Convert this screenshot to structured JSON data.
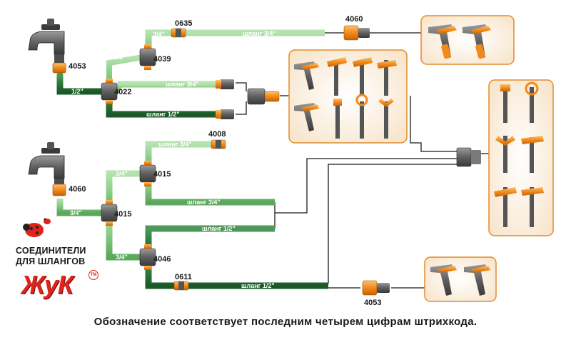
{
  "brand": {
    "line1": "СОЕДИНИТЕЛИ",
    "line2": "ДЛЯ ШЛАНГОВ",
    "logo": "ЖуК",
    "tm": "TM"
  },
  "footer": {
    "caption": "Обозначение соответствует последним четырем цифрам штрихкода."
  },
  "codes": {
    "top_tap_connector": "4053",
    "splitter_top": "4022",
    "splitter_3_4_top": "4039",
    "connector_0635": "0635",
    "quick_4060_top": "4060",
    "bottom_tap_connector": "4060",
    "splitter_bottom": "4015",
    "splitter_bottom_upper": "4015",
    "repair_4008": "4008",
    "splitter_4046": "4046",
    "connector_0611": "0611",
    "quick_4053_bottom": "4053"
  },
  "hoses": {
    "top_main": "шланг 3/4\"",
    "top_mid": "шланг 3/4\"",
    "top_low": "шланг 1/2\"",
    "mid_upper_left": "шланг 3/4\"",
    "mid_upper_right": "шланг 1/2\"",
    "mid_long": "шланг 3/4\"",
    "low_upper": "шланг 1/2\"",
    "low_bottom": "шланг 1/2\""
  },
  "sizes": {
    "s_12_vertical": "1/2\"",
    "s_12_a": "1/2\"",
    "s_34_a": "3/4\"",
    "s_34_b": "3/4\"",
    "shlang": "шланг",
    "s_34_c": "3/4\"",
    "s_34_d": "3/4\"",
    "s_34_e": "3/4\""
  },
  "colors": {
    "light_hose": "#8ed18c",
    "dark_hose": "#2e7a3c",
    "panel_border": "#e58a2a",
    "panel_fill": "#fdf3e6",
    "orange": "#f08a1c",
    "gray": "#6b6b6b"
  }
}
